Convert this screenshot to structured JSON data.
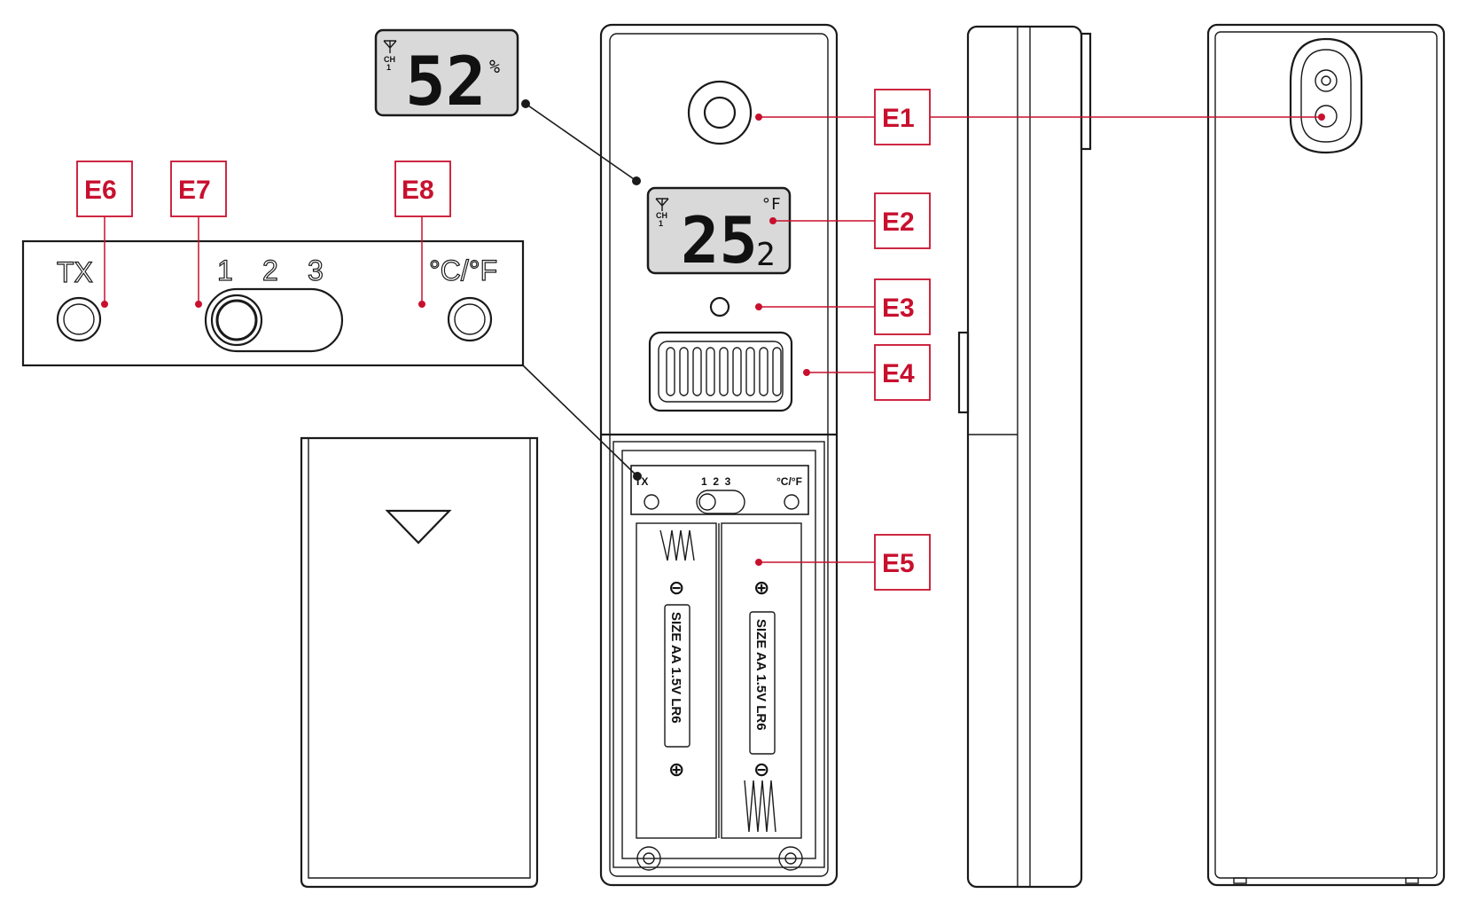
{
  "callouts": {
    "e1": "E1",
    "e2": "E2",
    "e3": "E3",
    "e4": "E4",
    "e5": "E5",
    "e6": "E6",
    "e7": "E7",
    "e8": "E8"
  },
  "humidity_lcd": {
    "channel_label": "CH",
    "channel_number": "1",
    "value": "52",
    "unit": "%"
  },
  "temperature_lcd": {
    "channel_label": "CH",
    "channel_number": "1",
    "value_main": "25",
    "value_decimal": "2",
    "unit": "°F"
  },
  "switch_panel": {
    "tx_label": "TX",
    "ch1": "1",
    "ch2": "2",
    "ch3": "3",
    "unit_label": "°C/°F"
  },
  "battery_compartment": {
    "tx_label": "TX",
    "ch_labels": "1  2  3",
    "unit_label": "°C/°F",
    "battery_label": "SIZE AA 1.5V LR6",
    "minus_symbol": "⊖",
    "plus_symbol": "⊕"
  },
  "colors": {
    "accent": "#c8102e",
    "line": "#1a1a1a",
    "lcd": "#d9d9d9"
  }
}
